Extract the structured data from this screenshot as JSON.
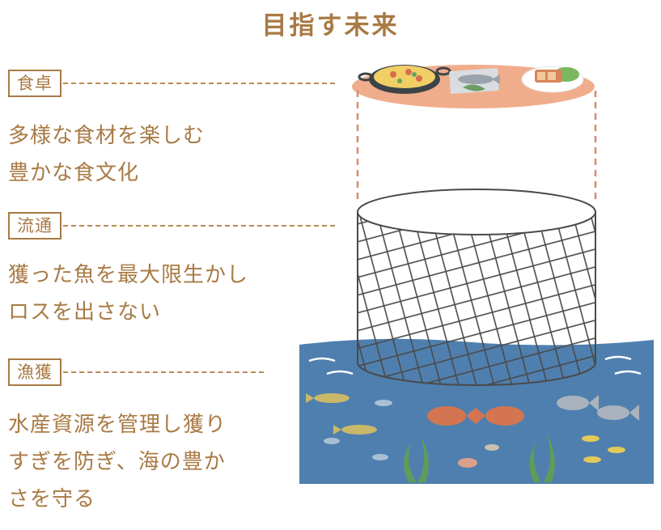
{
  "title": "目指す未来",
  "sections": [
    {
      "tag": "食卓",
      "description": "多様な食材を楽しむ\n豊かな食文化"
    },
    {
      "tag": "流通",
      "description": "獲った魚を最大限生かし\nロスを出さない"
    },
    {
      "tag": "漁獲",
      "description": "水産資源を管理し獲り\nすぎを防ぎ、海の豊か\nさを守る"
    }
  ],
  "colors": {
    "text": "#a87a44",
    "table": "#f0ad8c",
    "sea": "#4f7fae",
    "net": "#4a4a4a"
  },
  "icons": [
    "paella-pan-icon",
    "grilled-fish-plate-icon",
    "tonkatsu-plate-icon",
    "fish-icon",
    "seaweed-icon",
    "fishing-net-icon"
  ]
}
